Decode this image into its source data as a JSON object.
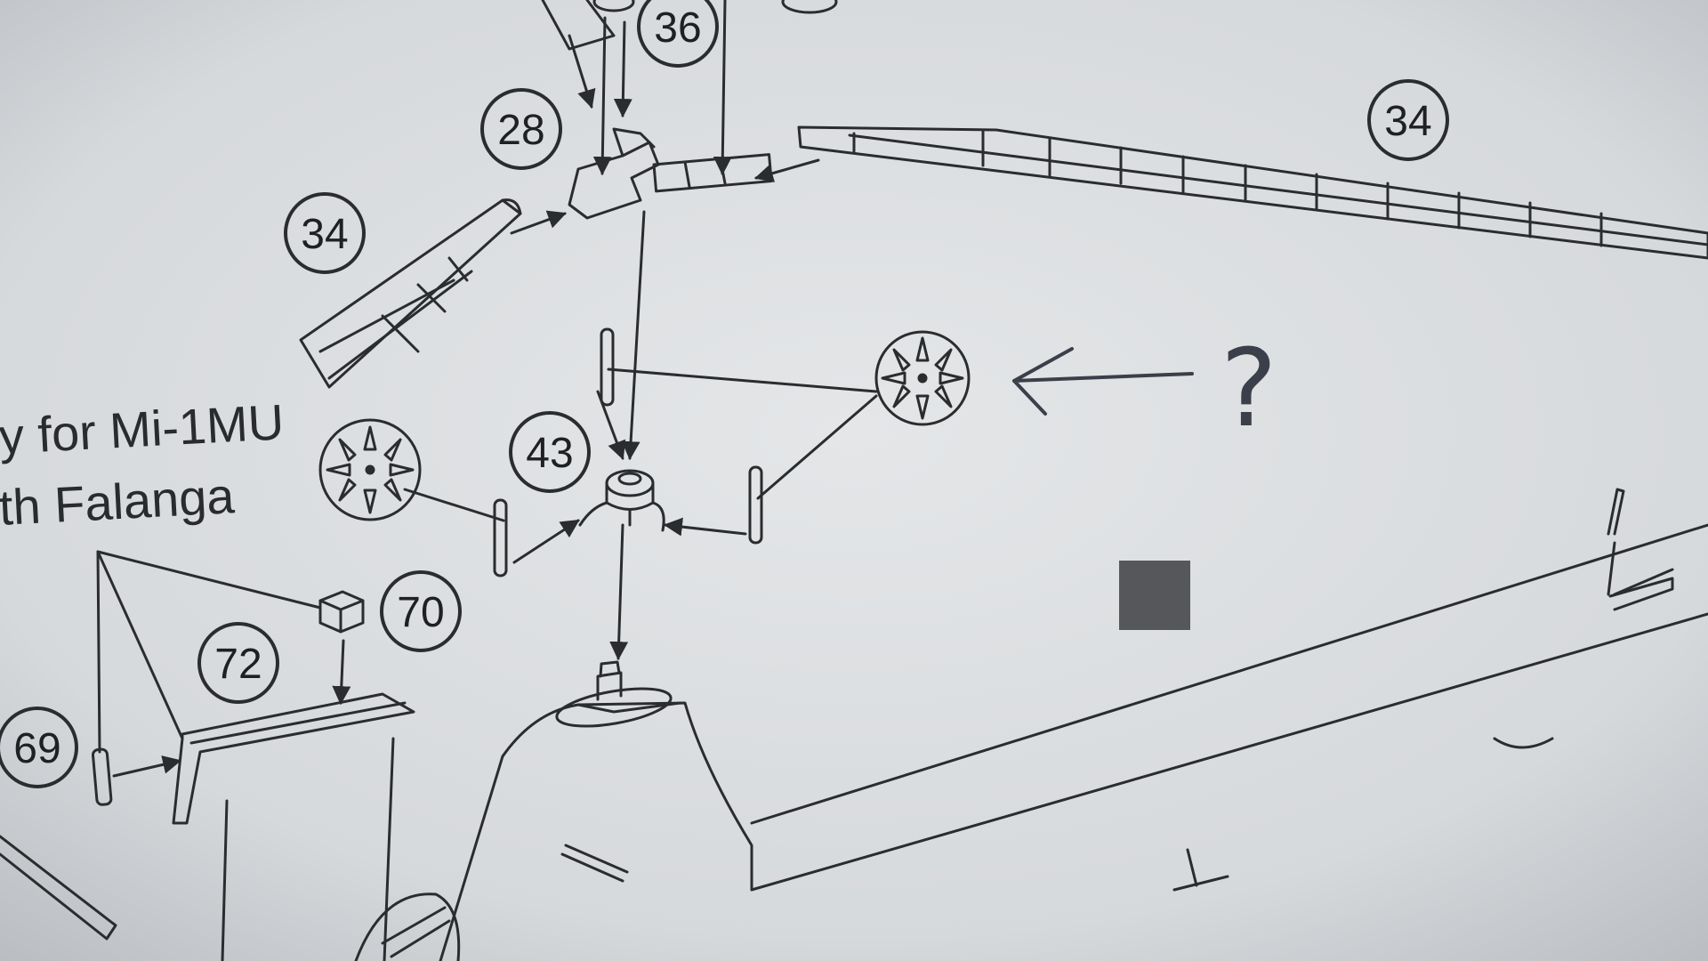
{
  "caption": {
    "line1": "y for Mi-1MU",
    "line2": "th Falanga"
  },
  "callouts": [
    {
      "id": "c36",
      "label": "36"
    },
    {
      "id": "c28",
      "label": "28"
    },
    {
      "id": "c34a",
      "label": "34"
    },
    {
      "id": "c34b",
      "label": "34"
    },
    {
      "id": "c43",
      "label": "43"
    },
    {
      "id": "c70",
      "label": "70"
    },
    {
      "id": "c72",
      "label": "72"
    },
    {
      "id": "c69",
      "label": "69"
    }
  ],
  "annotation": {
    "mark": "?",
    "pen_color": "#3b3f4a"
  },
  "paper_color": "#d9dcdf",
  "ink_color": "#2b2c2e"
}
